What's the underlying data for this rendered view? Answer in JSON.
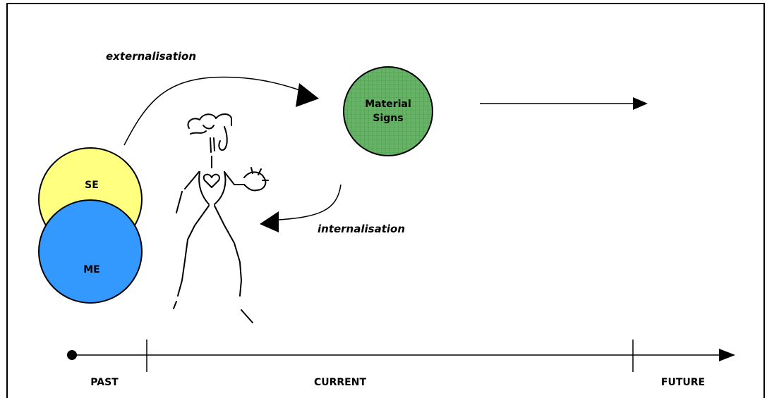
{
  "labels": {
    "externalisation": "externalisation",
    "internalisation": "internalisation",
    "se": "SE",
    "me": "ME",
    "material_line1": "Material",
    "material_line2": "Signs"
  },
  "timeline": {
    "past": "PAST",
    "current": "CURRENT",
    "future": "FUTURE"
  },
  "colors": {
    "se_fill": "#ffff80",
    "me_fill": "#3399ff",
    "material_fill": "#66b266",
    "material_grid": "#4a9a4a",
    "stroke": "#000000"
  }
}
